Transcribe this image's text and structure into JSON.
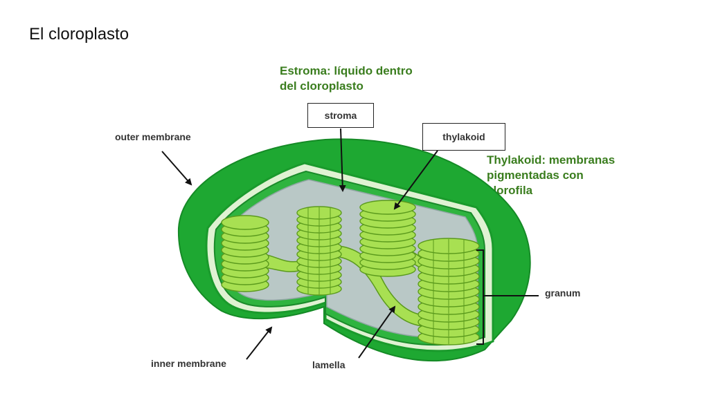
{
  "title": "El cloroplasto",
  "annotations": {
    "stroma_note_line1": "Estroma: líquido dentro",
    "stroma_note_line2": "del cloroplasto",
    "thylakoid_note_line1": "Thylakoid: membranas",
    "thylakoid_note_line2": "pigmentadas con",
    "thylakoid_note_line3": "clorofila"
  },
  "labels": {
    "outer_membrane": "outer membrane",
    "inner_membrane": "inner membrane",
    "stroma": "stroma",
    "thylakoid": "thylakoid",
    "lamella": "lamella",
    "granum": "granum"
  },
  "colors": {
    "outer_membrane": "#1ea832",
    "inner_membrane": "#2fb43f",
    "stroma": "#b9c8c6",
    "thylakoid_fill": "#a8e052",
    "thylakoid_stroke": "#5a9a1c",
    "note_text": "#3a7d1e"
  }
}
